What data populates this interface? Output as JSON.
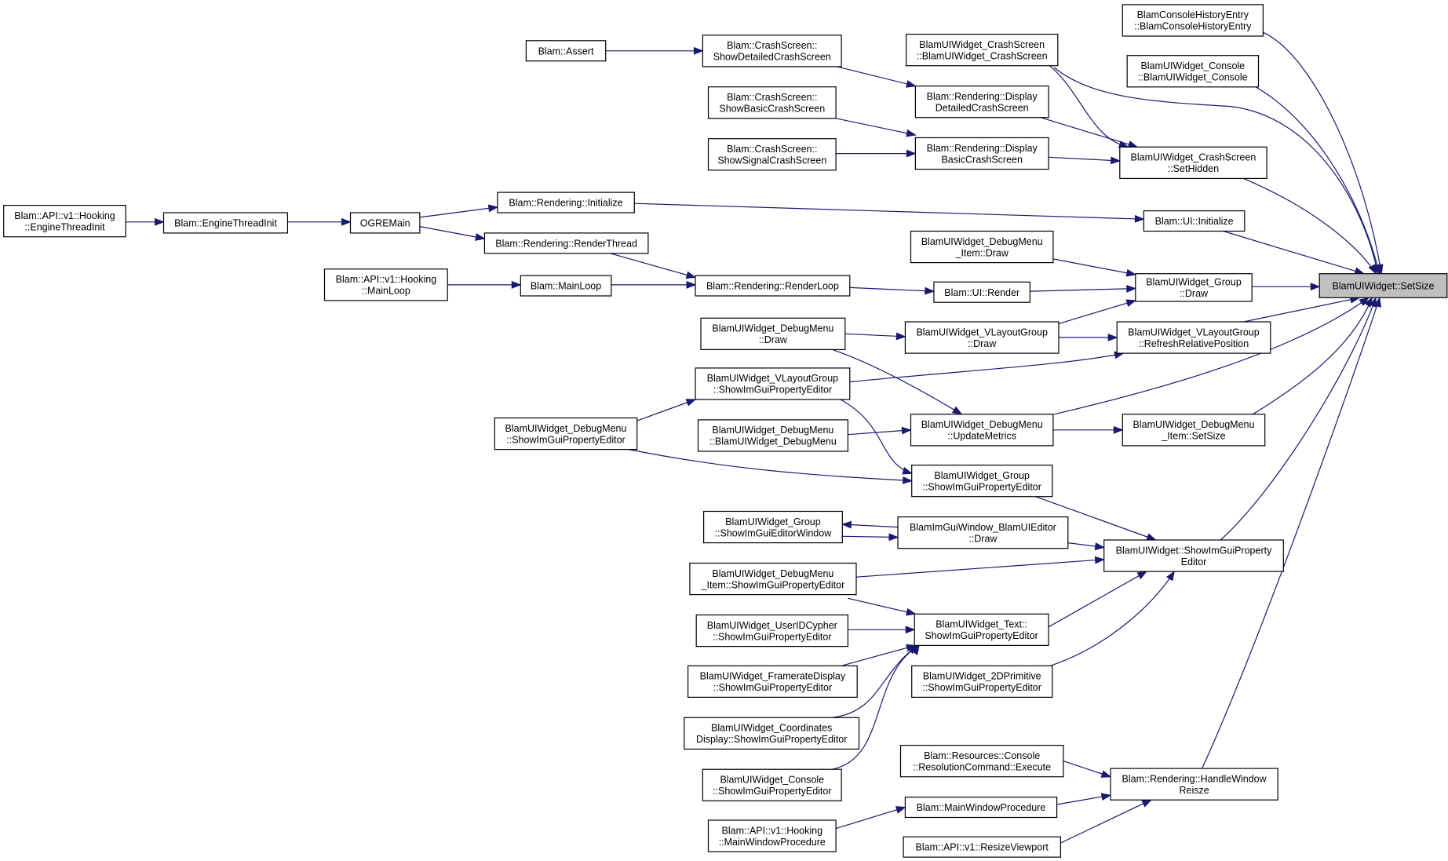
{
  "graph": {
    "root": "BlamUIWidget::SetSize",
    "nodes": {
      "root": [
        "BlamUIWidget::SetSize"
      ],
      "console_history": [
        "BlamConsoleHistoryEntry",
        "::BlamConsoleHistoryEntry"
      ],
      "console_ctor": [
        "BlamUIWidget_Console",
        "::BlamUIWidget_Console"
      ],
      "crash_ctor": [
        "BlamUIWidget_CrashScreen",
        "::BlamUIWidget_CrashScreen"
      ],
      "crash_sethidden": [
        "BlamUIWidget_CrashScreen",
        "::SetHidden"
      ],
      "ui_init": [
        "Blam::UI::Initialize"
      ],
      "group_draw": [
        "BlamUIWidget_Group",
        "::Draw"
      ],
      "vlayout_refresh": [
        "BlamUIWidget_VLayoutGroup",
        "::RefreshRelativePosition"
      ],
      "debugmenu_item_setsize": [
        "BlamUIWidget_DebugMenu",
        "_Item::SetSize"
      ],
      "widget_imgui": [
        "BlamUIWidget::ShowImGuiProperty",
        "Editor"
      ],
      "handle_window": [
        "Blam::Rendering::HandleWindow",
        "Reisze"
      ],
      "assert": [
        "Blam::Assert"
      ],
      "show_detailed": [
        "Blam::CrashScreen::",
        "ShowDetailedCrashScreen"
      ],
      "show_basic": [
        "Blam::CrashScreen::",
        "ShowBasicCrashScreen"
      ],
      "show_signal": [
        "Blam::CrashScreen::",
        "ShowSignalCrashScreen"
      ],
      "display_detailed": [
        "Blam::Rendering::Display",
        "DetailedCrashScreen"
      ],
      "display_basic": [
        "Blam::Rendering::Display",
        "BasicCrashScreen"
      ],
      "hooking_engine": [
        "Blam::API::v1::Hooking",
        "::EngineThreadInit"
      ],
      "engine_thread": [
        "Blam::EngineThreadInit"
      ],
      "ogremain": [
        "OGREMain"
      ],
      "rendering_init": [
        "Blam::Rendering::Initialize"
      ],
      "render_thread": [
        "Blam::Rendering::RenderThread"
      ],
      "hooking_mainloop": [
        "Blam::API::v1::Hooking",
        "::MainLoop"
      ],
      "mainloop": [
        "Blam::MainLoop"
      ],
      "render_loop": [
        "Blam::Rendering::RenderLoop"
      ],
      "ui_render": [
        "Blam::UI::Render"
      ],
      "debugmenu_item_draw": [
        "BlamUIWidget_DebugMenu",
        "_Item::Draw"
      ],
      "debugmenu_draw": [
        "BlamUIWidget_DebugMenu",
        "::Draw"
      ],
      "vlayout_draw": [
        "BlamUIWidget_VLayoutGroup",
        "::Draw"
      ],
      "vlayout_imgui": [
        "BlamUIWidget_VLayoutGroup",
        "::ShowImGuiPropertyEditor"
      ],
      "debugmenu_imgui": [
        "BlamUIWidget_DebugMenu",
        "::ShowImGuiPropertyEditor"
      ],
      "debugmenu_ctor": [
        "BlamUIWidget_DebugMenu",
        "::BlamUIWidget_DebugMenu"
      ],
      "debugmenu_update": [
        "BlamUIWidget_DebugMenu",
        "::UpdateMetrics"
      ],
      "group_imgui": [
        "BlamUIWidget_Group",
        "::ShowImGuiPropertyEditor"
      ],
      "group_editor_window": [
        "BlamUIWidget_Group",
        "::ShowImGuiEditorWindow"
      ],
      "imgui_window_draw": [
        "BlamImGuiWindow_BlamUIEditor",
        "::Draw"
      ],
      "debugmenu_item_imgui": [
        "BlamUIWidget_DebugMenu",
        "_Item::ShowImGuiPropertyEditor"
      ],
      "useridcypher_imgui": [
        "BlamUIWidget_UserIDCypher",
        "::ShowImGuiPropertyEditor"
      ],
      "text_imgui": [
        "BlamUIWidget_Text::",
        "ShowImGuiPropertyEditor"
      ],
      "framerate_imgui": [
        "BlamUIWidget_FramerateDisplay",
        "::ShowImGuiPropertyEditor"
      ],
      "primitive_imgui": [
        "BlamUIWidget_2DPrimitive",
        "::ShowImGuiPropertyEditor"
      ],
      "coords_imgui": [
        "BlamUIWidget_Coordinates",
        "Display::ShowImGuiPropertyEditor"
      ],
      "console_imgui": [
        "BlamUIWidget_Console",
        "::ShowImGuiPropertyEditor"
      ],
      "resolution_cmd": [
        "Blam::Resources::Console",
        "::ResolutionCommand::Execute"
      ],
      "main_window_proc": [
        "Blam::MainWindowProcedure"
      ],
      "hooking_window_proc": [
        "Blam::API::v1::Hooking",
        "::MainWindowProcedure"
      ],
      "resize_viewport": [
        "Blam::API::v1::ResizeViewport"
      ]
    }
  }
}
